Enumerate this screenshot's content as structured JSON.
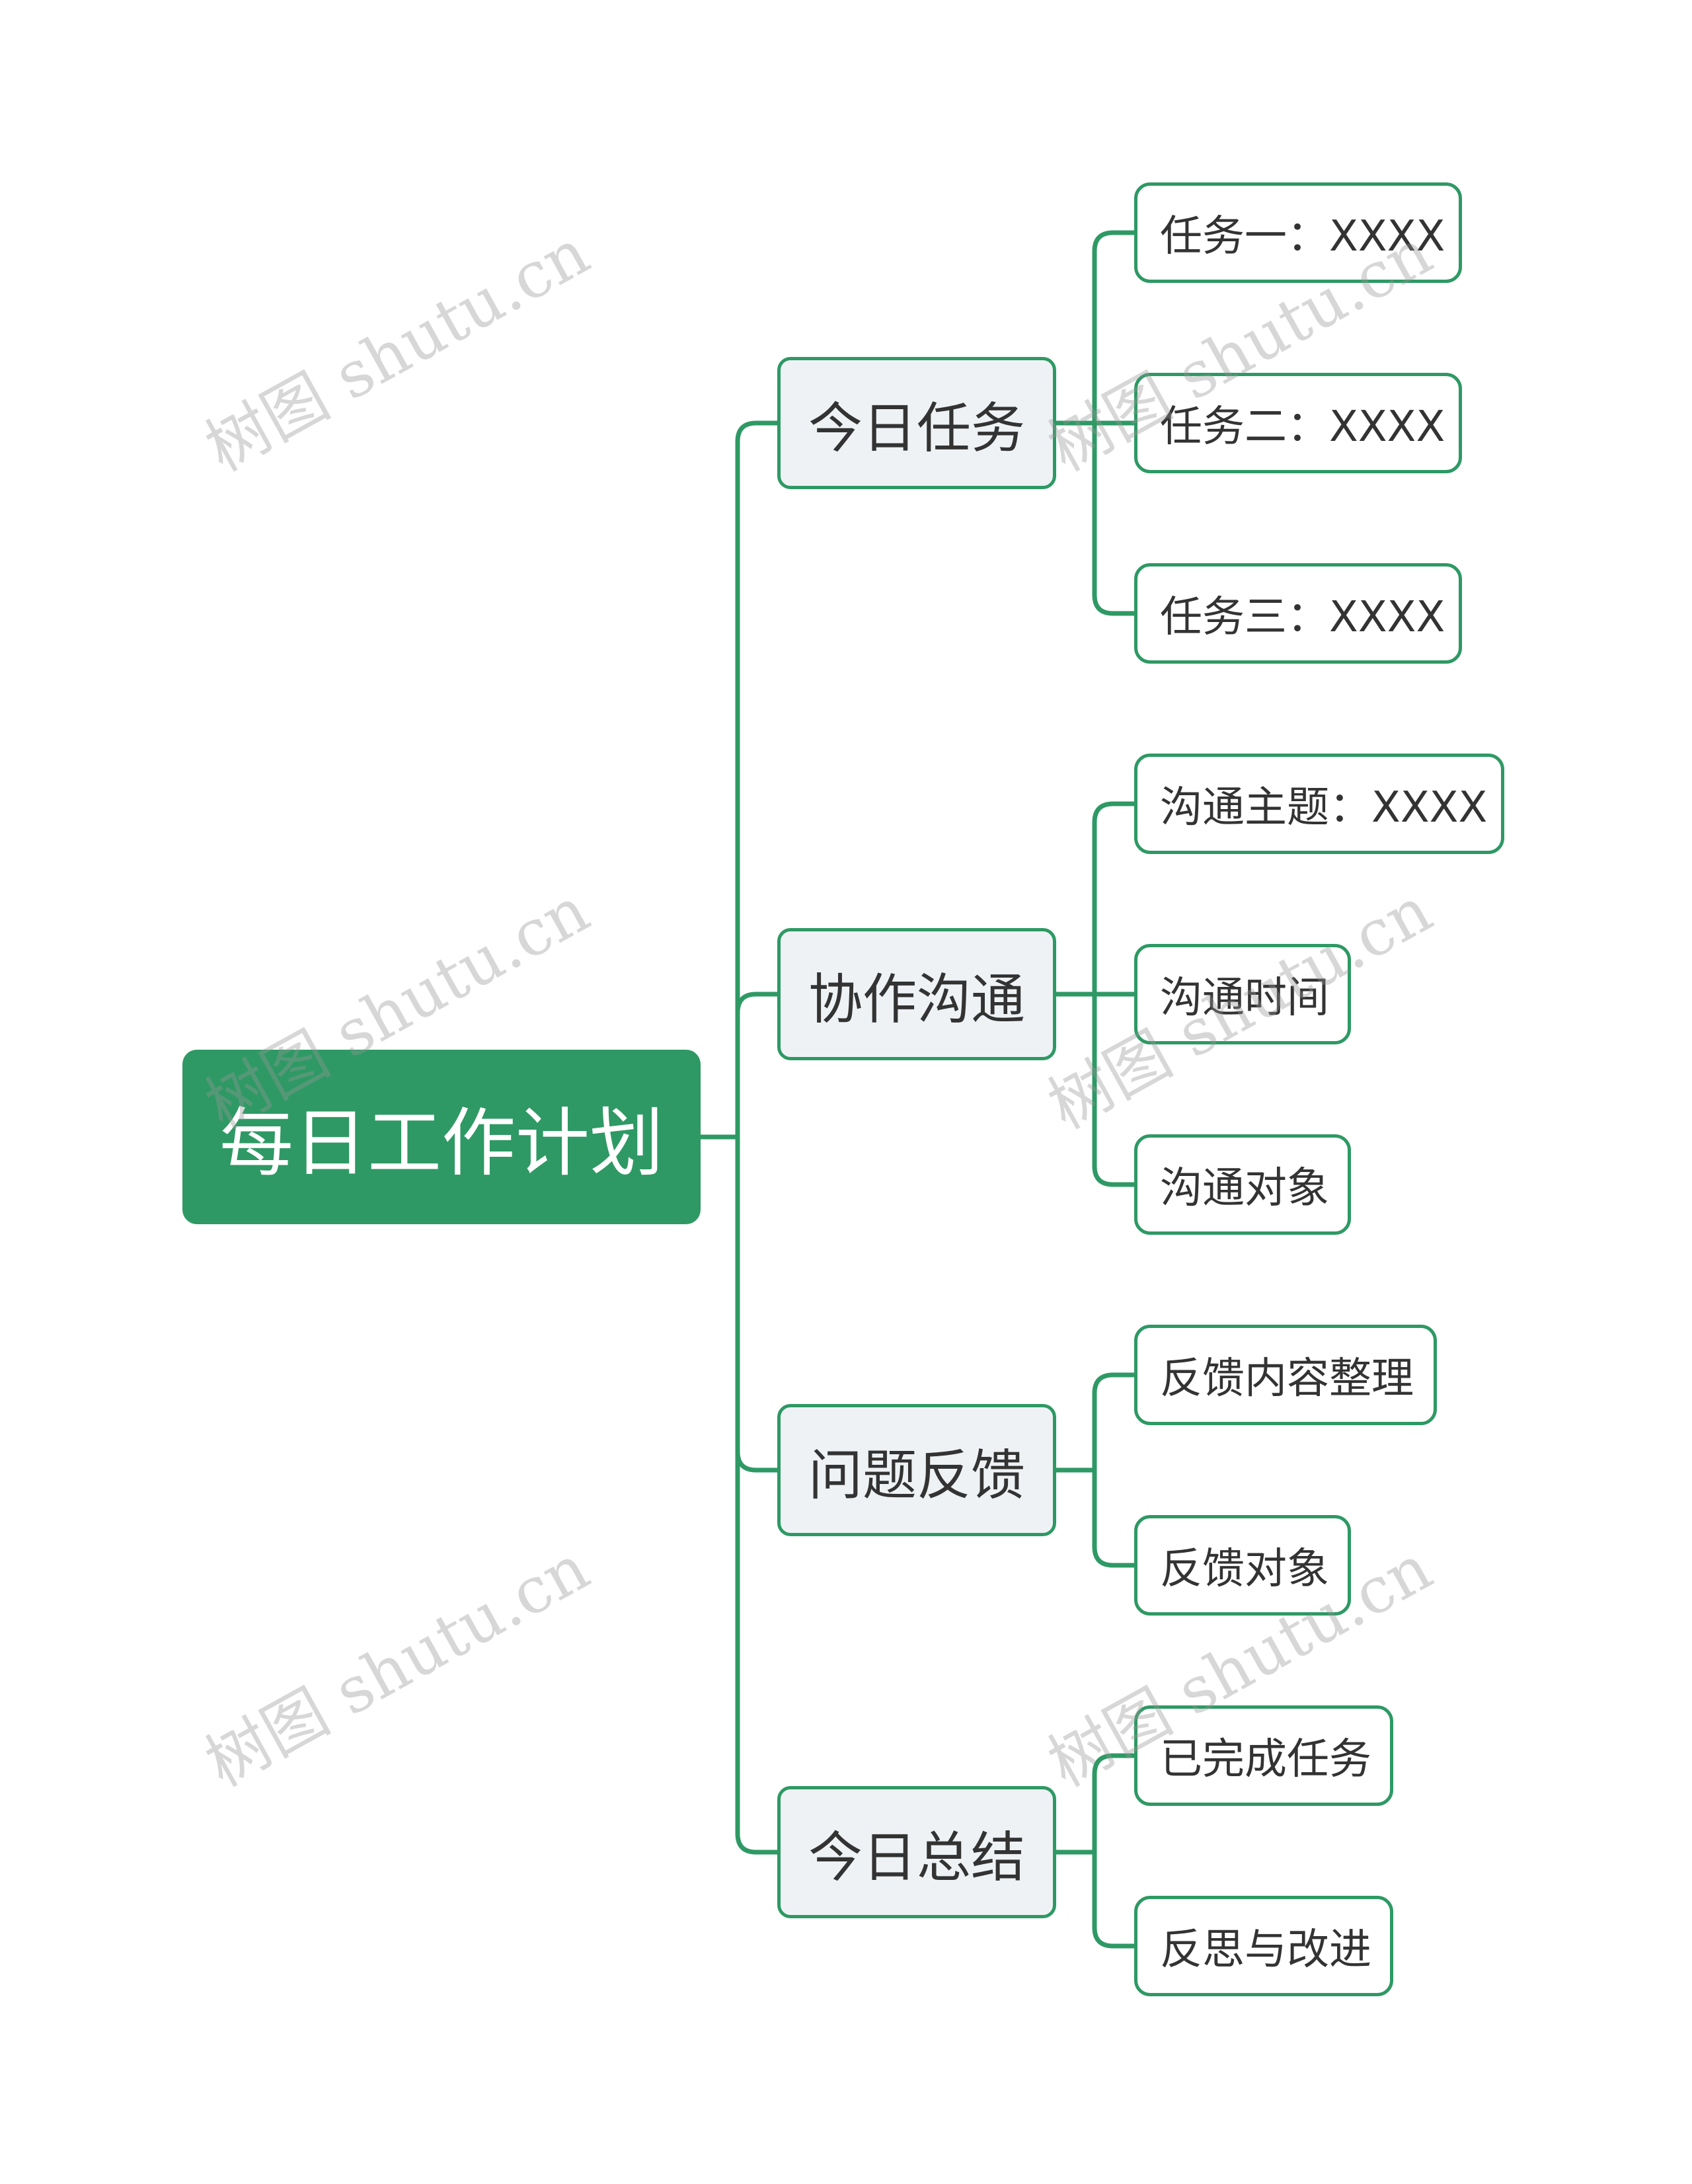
{
  "root": {
    "label": "每日工作计划"
  },
  "branches": [
    {
      "label": "今日任务",
      "children": [
        "任务一：XXXX",
        "任务二：XXXX",
        "任务三：XXXX"
      ]
    },
    {
      "label": "协作沟通",
      "children": [
        "沟通主题：XXXX",
        "沟通时间",
        "沟通对象"
      ]
    },
    {
      "label": "问题反馈",
      "children": [
        "反馈内容整理",
        "反馈对象"
      ]
    },
    {
      "label": "今日总结",
      "children": [
        "已完成任务",
        "反思与改进"
      ]
    }
  ],
  "watermark": "树图 shutu.cn",
  "colors": {
    "accent": "#2e9964",
    "branch_fill": "#eef2f5",
    "leaf_fill": "#ffffff",
    "text": "#333333"
  }
}
